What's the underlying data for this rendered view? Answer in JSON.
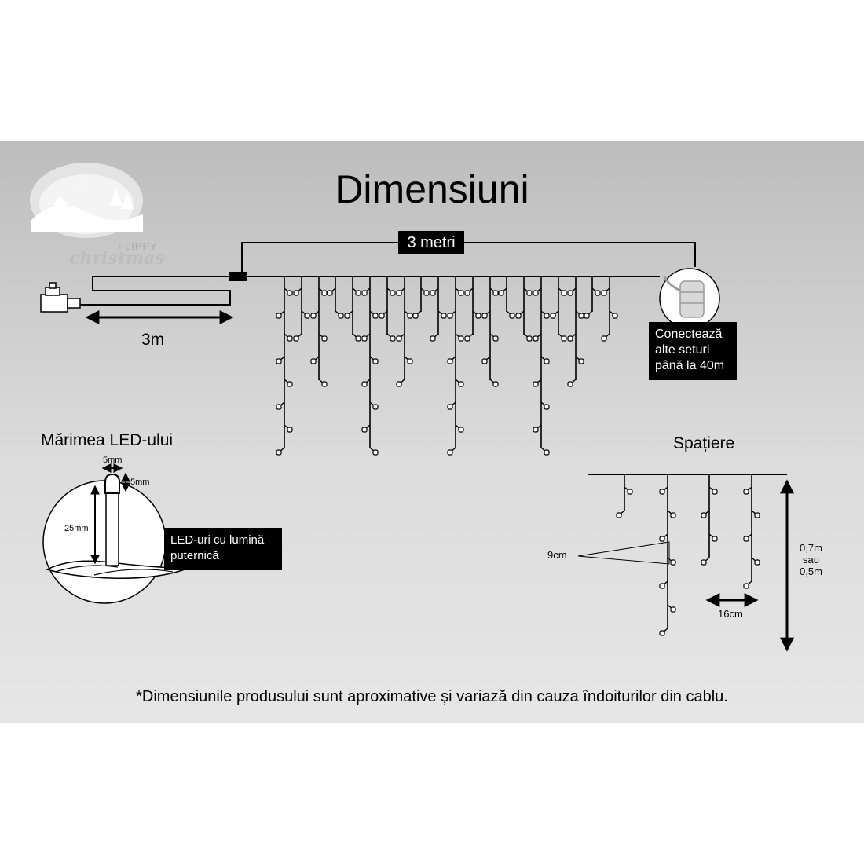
{
  "title": "Dimensiuni",
  "logo": {
    "brand_top": "FLIPPY",
    "brand_bottom": "christmas"
  },
  "curtain": {
    "length_label": "3 metri",
    "lead_cable_label": "3m",
    "connector_note": [
      "Conectează",
      "alte seturi",
      "până la 40m"
    ]
  },
  "led_size": {
    "title": "Mărimea LED-ului",
    "width_label": "5mm",
    "height_label": "5mm",
    "length_label": "25mm",
    "note": [
      "LED-uri cu lumină",
      "puternică"
    ]
  },
  "spacing": {
    "title": "Spațiere",
    "vertical_label": "9cm",
    "horizontal_label": "16cm",
    "height_label": [
      "0,7m",
      "sau",
      "0,5m"
    ]
  },
  "footnote": "*Dimensiunile produsului sunt aproximative și variază din cauza îndoiturilor din cablu.",
  "colors": {
    "ink": "#000000",
    "panel_top": "#bdbdbd",
    "panel_bottom": "#e6e6e6",
    "bulb": "#ffffff"
  }
}
